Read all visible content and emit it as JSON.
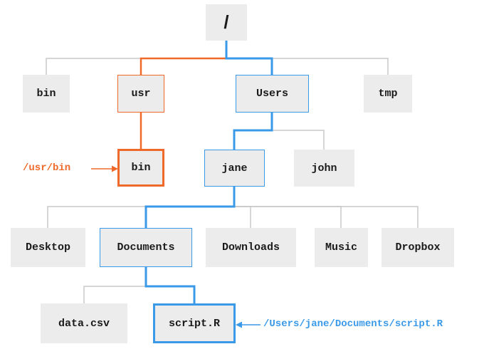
{
  "nodes": {
    "root": "/",
    "bin_top": "bin",
    "usr": "usr",
    "users": "Users",
    "tmp": "tmp",
    "usr_bin": "bin",
    "jane": "jane",
    "john": "john",
    "desktop": "Desktop",
    "documents": "Documents",
    "downloads": "Downloads",
    "music": "Music",
    "dropbox": "Dropbox",
    "data_csv": "data.csv",
    "script_r": "script.R"
  },
  "callouts": {
    "usr_bin_path": "/usr/bin",
    "script_path": "/Users/jane/Documents/script.R"
  },
  "colors": {
    "orange_path": "#ef6a2a",
    "blue_path": "#3a9ae8",
    "gray_edge": "#c8c8c8",
    "node_fill": "#ececec"
  }
}
